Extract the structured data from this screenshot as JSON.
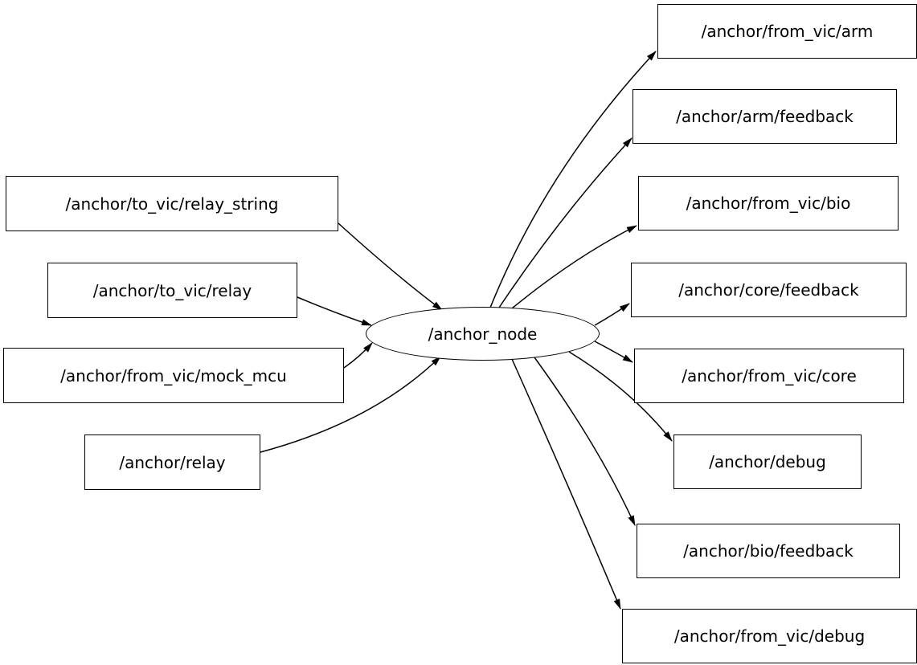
{
  "graph": {
    "center_node": {
      "label": "/anchor_node",
      "shape": "ellipse"
    },
    "subscribed_topics": [
      {
        "label": "/anchor/to_vic/relay_string"
      },
      {
        "label": "/anchor/to_vic/relay"
      },
      {
        "label": "/anchor/from_vic/mock_mcu"
      },
      {
        "label": "/anchor/relay"
      }
    ],
    "published_topics": [
      {
        "label": "/anchor/from_vic/arm"
      },
      {
        "label": "/anchor/arm/feedback"
      },
      {
        "label": "/anchor/from_vic/bio"
      },
      {
        "label": "/anchor/core/feedback"
      },
      {
        "label": "/anchor/from_vic/core"
      },
      {
        "label": "/anchor/debug"
      },
      {
        "label": "/anchor/bio/feedback"
      },
      {
        "label": "/anchor/from_vic/debug"
      }
    ],
    "edges": [
      {
        "from": "/anchor/to_vic/relay_string",
        "to": "/anchor_node"
      },
      {
        "from": "/anchor/to_vic/relay",
        "to": "/anchor_node"
      },
      {
        "from": "/anchor/from_vic/mock_mcu",
        "to": "/anchor_node"
      },
      {
        "from": "/anchor/relay",
        "to": "/anchor_node"
      },
      {
        "from": "/anchor_node",
        "to": "/anchor/from_vic/arm"
      },
      {
        "from": "/anchor_node",
        "to": "/anchor/arm/feedback"
      },
      {
        "from": "/anchor_node",
        "to": "/anchor/from_vic/bio"
      },
      {
        "from": "/anchor_node",
        "to": "/anchor/core/feedback"
      },
      {
        "from": "/anchor_node",
        "to": "/anchor/from_vic/core"
      },
      {
        "from": "/anchor_node",
        "to": "/anchor/debug"
      },
      {
        "from": "/anchor_node",
        "to": "/anchor/bio/feedback"
      },
      {
        "from": "/anchor_node",
        "to": "/anchor/from_vic/debug"
      }
    ],
    "colors": {
      "background": "#ffffff",
      "node_fill": "#ffffff",
      "node_border": "#000000",
      "edge": "#000000",
      "text": "#000000"
    }
  }
}
